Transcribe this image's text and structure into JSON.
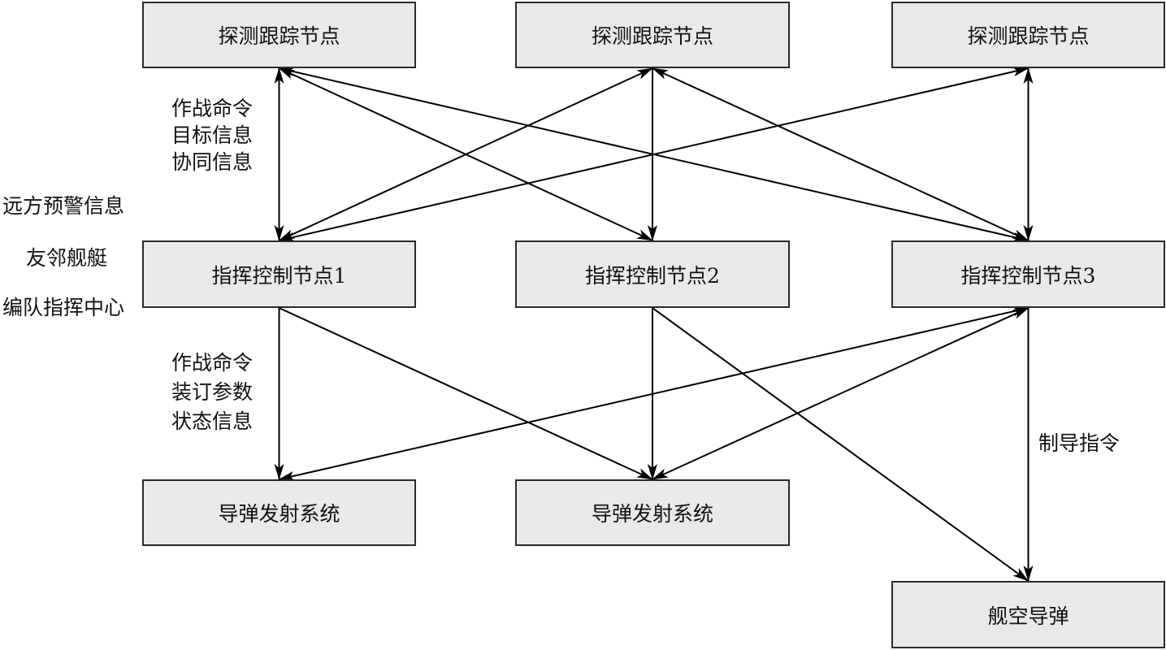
{
  "nodes": {
    "detect1": "探测跟踪节点",
    "detect2": "探测跟踪节点",
    "detect3": "探测跟踪节点",
    "control1": "指挥控制节点1",
    "control2": "指挥控制节点2",
    "control3": "指挥控制节点3",
    "launch1": "导弹发射系统",
    "launch2": "导弹发射系统",
    "missile": "舰空导弹"
  },
  "labels": {
    "upper": [
      "作战命令",
      "目标信息",
      "协同信息"
    ],
    "external": [
      "远方预警信息",
      "友邻舰艇",
      "编队指挥中心"
    ],
    "lower": [
      "作战命令",
      "装订参数",
      "状态信息"
    ],
    "guidance": "制导指令"
  },
  "edges": [
    {
      "from": "detect1",
      "to": "control1",
      "bidirectional": true
    },
    {
      "from": "detect1",
      "to": "control2",
      "bidirectional": true
    },
    {
      "from": "detect1",
      "to": "control3",
      "bidirectional": true
    },
    {
      "from": "detect2",
      "to": "control1",
      "bidirectional": true
    },
    {
      "from": "detect2",
      "to": "control2",
      "bidirectional": false
    },
    {
      "from": "detect2",
      "to": "control3",
      "bidirectional": true
    },
    {
      "from": "detect3",
      "to": "control1",
      "bidirectional": true
    },
    {
      "from": "detect3",
      "to": "control3",
      "bidirectional": true
    },
    {
      "from": "control1",
      "to": "launch1",
      "bidirectional": false
    },
    {
      "from": "control1",
      "to": "launch2",
      "bidirectional": false
    },
    {
      "from": "control2",
      "to": "launch2",
      "bidirectional": false
    },
    {
      "from": "control2",
      "to": "missile",
      "bidirectional": false
    },
    {
      "from": "control3",
      "to": "launch1",
      "bidirectional": true
    },
    {
      "from": "control3",
      "to": "launch2",
      "bidirectional": true
    },
    {
      "from": "control3",
      "to": "missile",
      "bidirectional": false
    }
  ]
}
